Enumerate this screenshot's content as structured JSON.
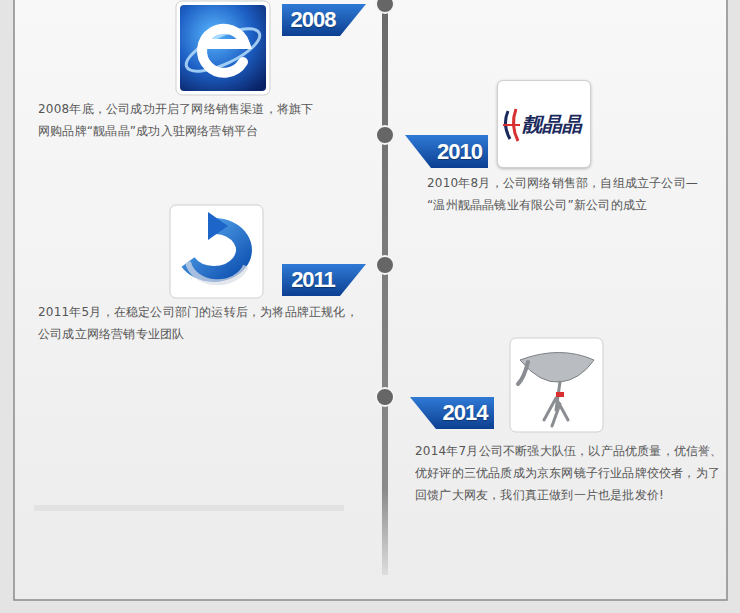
{
  "diagram": {
    "nodes": [
      {
        "text": [
          "2008"
        ]
      },
      {
        "text": [
          "靓晶晶"
        ]
      },
      {
        "text": [
          "2010"
        ]
      },
      {
        "text": [
          "2011"
        ]
      },
      {
        "text": [
          "2014"
        ]
      }
    ],
    "labels": [
      "2008年底，公司成功开启了网络销售渠道，将旗下 网购品牌“靓晶晶”成功入驻网络营销平台",
      "2010年8月，公司网络销售部，自组成立子公司— “温州靓晶晶镜业有限公司”新公司的成立",
      "2011年5月，在稳定公司部门的运转后，为将品牌正规化， 公司成立网络营销专业团队",
      "2014年7月公司不断强大队伍，以产品优质量，优信誉、 优好评的三优品质成为京东网镜子行业品牌佼佼者，为了 回馈广大网友，我们真正做到一片也是批发价!"
    ]
  }
}
